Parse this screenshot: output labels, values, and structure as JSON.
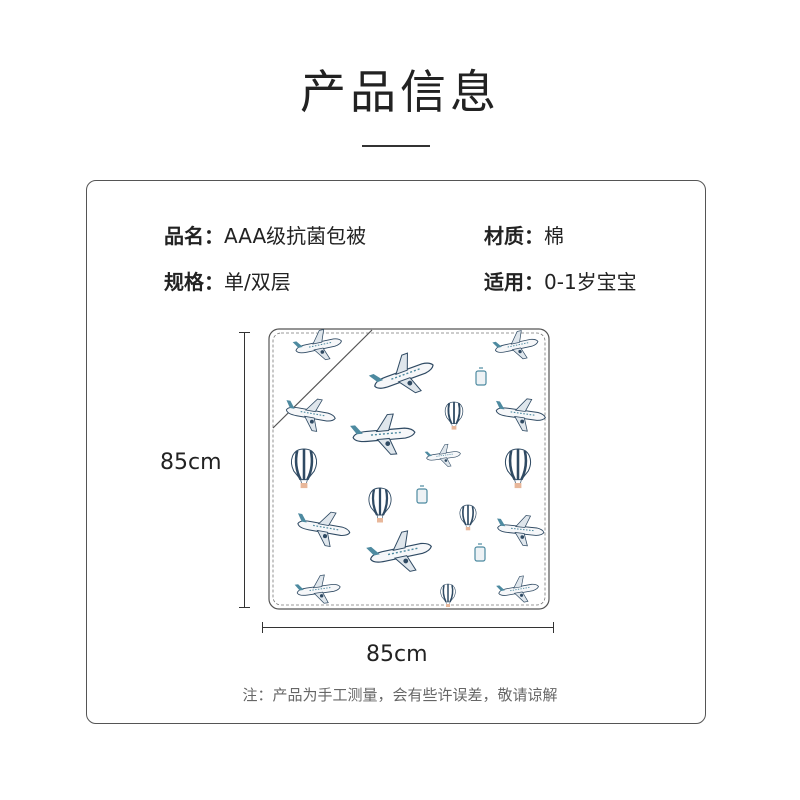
{
  "header": {
    "title": "产品信息"
  },
  "info": {
    "name_label": "品名：",
    "name_value": "AAA级抗菌包被",
    "material_label": "材质：",
    "material_value": "棉",
    "spec_label": "规格：",
    "spec_value": "单/双层",
    "usage_label": "适用：",
    "usage_value": "0-1岁宝宝"
  },
  "dimensions": {
    "height": "85cm",
    "width": "85cm"
  },
  "note": "注：产品为手工测量，会有些许误差，敬请谅解",
  "colors": {
    "navy": "#2f4a63",
    "teal": "#4d8aa0",
    "peach": "#e8b79a"
  },
  "pattern": {
    "motifs": [
      "airplane-icon",
      "hot-air-balloon-icon",
      "luggage-icon"
    ]
  }
}
